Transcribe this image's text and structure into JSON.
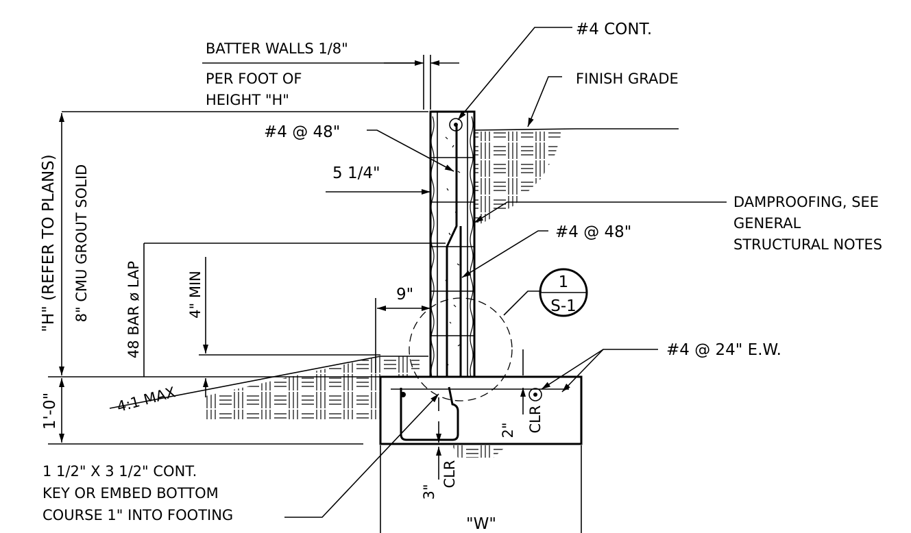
{
  "labels": {
    "batter_line1": "BATTER WALLS 1/8\"",
    "batter_line2": "PER FOOT OF",
    "batter_line3": "HEIGHT \"H\"",
    "top_bar": "#4 CONT.",
    "finish_grade": "FINISH GRADE",
    "vert_bar_upper": "#4 @ 48\"",
    "dim_5_1_4": "5 1/4\"",
    "damp_line1": "DAMPROOFING, SEE",
    "damp_line2": "GENERAL",
    "damp_line3": "STRUCTURAL NOTES",
    "vert_bar_lower": "#4 @ 48\"",
    "dim_9": "9\"",
    "section_num": "1",
    "section_sheet": "S-1",
    "footing_bars": "#4 @ 24\" E.W.",
    "height_h": "\"H\" (REFER TO PLANS)",
    "cmu": "8\" CMU GROUT SOLID",
    "lap": "48 BAR ø LAP",
    "min4": "4\" MIN",
    "slope": "4:1 MAX",
    "footing_depth": "1'-0\"",
    "clr_side": "CLR",
    "dim_2": "2\"",
    "dim_3": "3\"",
    "clr_bottom": "CLR",
    "width_w": "\"W\"",
    "key_line1": "1 1/2\" X 3 1/2\" CONT.",
    "key_line2": "KEY OR EMBED BOTTOM",
    "key_line3": "COURSE 1\" INTO FOOTING"
  }
}
